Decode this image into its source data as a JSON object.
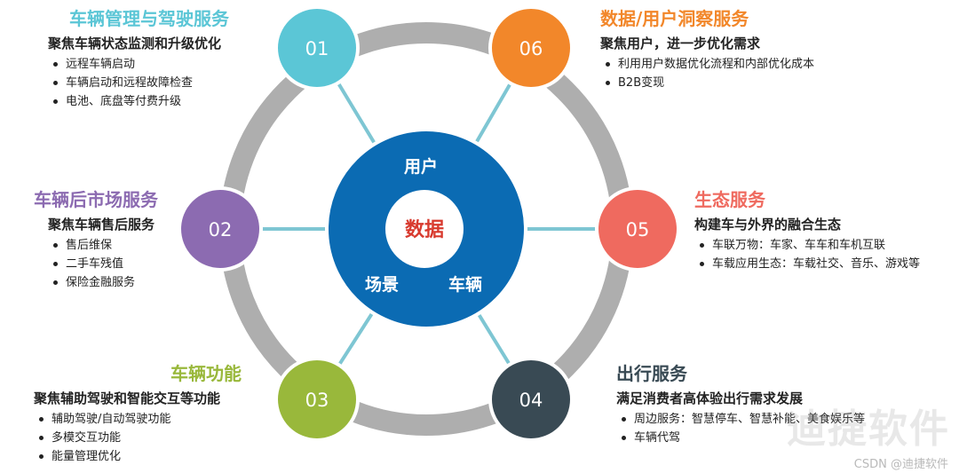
{
  "center": {
    "core": "数据",
    "top": "用户",
    "left": "场景",
    "right": "车辆"
  },
  "colors": {
    "ring": "#aeaeae",
    "spoke": "#7ec6d3",
    "center": "#0b6bb3",
    "core_text": "#d83a2e",
    "n01": "#5bc6d6",
    "n02": "#8c6bb1",
    "n03": "#99b83b",
    "n04": "#394a54",
    "n05": "#ef6a5f",
    "n06": "#f2872a"
  },
  "nodes": [
    {
      "num": "01",
      "title": "车辆管理与驾驶服务",
      "subtitle": "聚焦车辆状态监测和升级优化",
      "bullets": [
        "远程车辆启动",
        "车辆启动和远程故障检查",
        "电池、底盘等付费升级"
      ]
    },
    {
      "num": "02",
      "title": "车辆后市场服务",
      "subtitle": "聚焦车辆售后服务",
      "bullets": [
        "售后维保",
        "二手车残值",
        "保险金融服务"
      ]
    },
    {
      "num": "03",
      "title": "车辆功能",
      "subtitle": "聚焦辅助驾驶和智能交互等功能",
      "bullets": [
        "辅助驾驶/自动驾驶功能",
        "多模交互功能",
        "能量管理优化"
      ]
    },
    {
      "num": "04",
      "title": "出行服务",
      "subtitle": "满足消费者高体验出行需求发展",
      "bullets": [
        "周边服务：智慧停车、智慧补能、美食娱乐等",
        "车辆代驾"
      ]
    },
    {
      "num": "05",
      "title": "生态服务",
      "subtitle": "构建车与外界的融合生态",
      "bullets": [
        "车联万物：车家、车车和车机互联",
        "车载应用生态：车载社交、音乐、游戏等"
      ]
    },
    {
      "num": "06",
      "title": "数据/用户洞察服务",
      "subtitle": "聚焦用户，进一步优化需求",
      "bullets": [
        "利用用户数据优化流程和内部优化成本",
        "B2B变现"
      ]
    }
  ],
  "watermark": {
    "logo": "迪捷软件",
    "text": "CSDN @迪捷软件"
  }
}
